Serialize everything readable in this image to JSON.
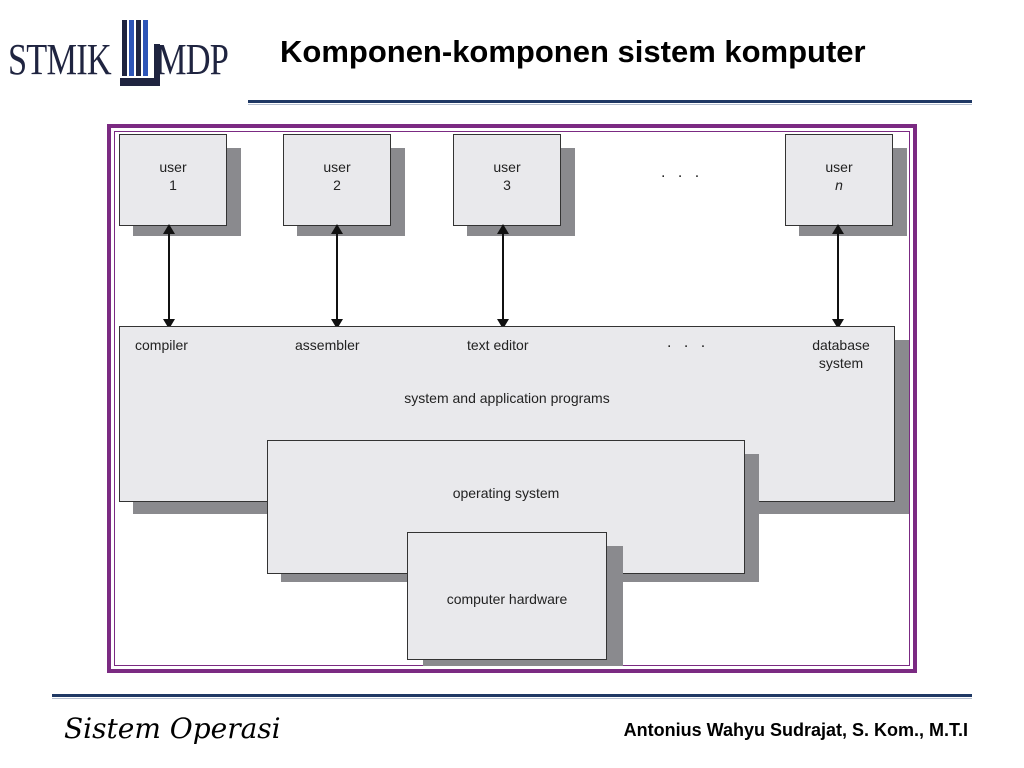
{
  "header": {
    "logo_left": "STMIK",
    "logo_right": "MDP",
    "title": "Komponen-komponen sistem komputer"
  },
  "diagram": {
    "users": [
      {
        "line1": "user",
        "line2": "1"
      },
      {
        "line1": "user",
        "line2": "2"
      },
      {
        "line1": "user",
        "line2": "3"
      },
      {
        "line1": "user",
        "line2": "n"
      }
    ],
    "user_ellipsis": ". . .",
    "programs": [
      "compiler",
      "assembler",
      "text editor",
      "database system"
    ],
    "program_ellipsis": ". . .",
    "database_line1": "database",
    "database_line2": "system",
    "layer_programs": "system and application programs",
    "layer_os": "operating system",
    "layer_hardware": "computer hardware"
  },
  "footer": {
    "left": "Sistem Operasi",
    "right": "Antonius Wahyu Sudrajat, S. Kom., M.T.I"
  },
  "colors": {
    "frame": "#7b2a82",
    "rule": "#1f3864",
    "box_fill": "#e9e9ec",
    "shadow": "#8a8a8e"
  }
}
